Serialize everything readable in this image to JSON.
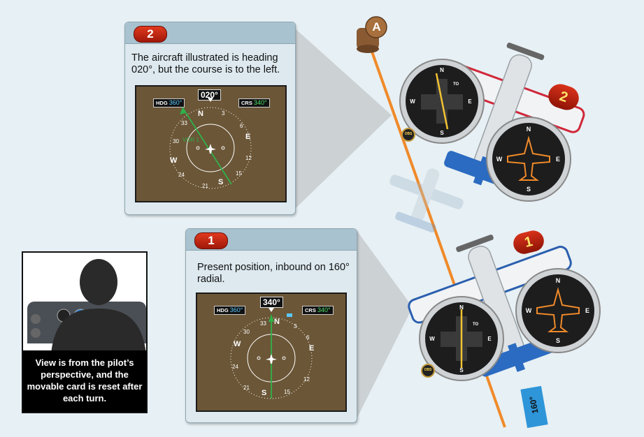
{
  "point_label": "A",
  "position_2": {
    "badge": "2",
    "caption": "The aircraft illustrated is heading 020°, but the course is to the left.",
    "hdg_label": "HDG",
    "hdg_value": "360°",
    "crs_label": "CRS",
    "crs_value": "340°",
    "heading_readout": "020°",
    "vor_label": "VOR 1"
  },
  "position_1": {
    "badge": "1",
    "caption": "Present position, inbound on 160° radial.",
    "hdg_label": "HDG",
    "hdg_value": "360°",
    "crs_label": "CRS",
    "crs_value": "340°",
    "heading_readout": "340°"
  },
  "compass_labels": {
    "n": "N",
    "e": "E",
    "s": "S",
    "w": "W",
    "t3": "3",
    "t6": "6",
    "t12": "12",
    "t15": "15",
    "t21": "21",
    "t24": "24",
    "t30": "30",
    "t33": "33"
  },
  "obs_label": "OBS",
  "to_label": "TO",
  "radial_label": "160°",
  "pilot_note": "View is from the pilot’s perspective, and the movable card is reset after each turn.",
  "colors": {
    "course_line": "#f08a2a",
    "badge_red": "#c8200f",
    "hsi_bg": "#6b5637",
    "green_needle": "#2fb24a",
    "cyan": "#5cc8ff"
  }
}
